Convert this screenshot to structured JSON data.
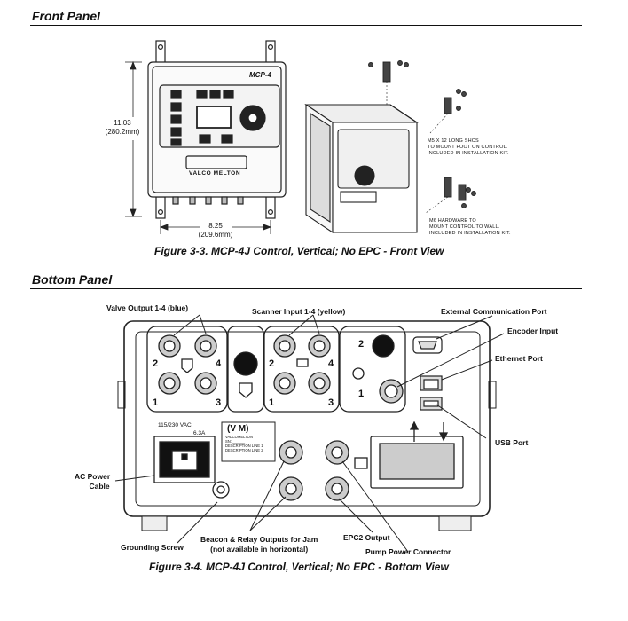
{
  "front": {
    "heading": "Front Panel",
    "caption": "Figure 3-3. MCP-4J Control, Vertical; No EPC - Front View",
    "height_dim": [
      "11.03",
      "(280.2mm)"
    ],
    "width_dim": [
      "8.25",
      "(209.6mm)"
    ],
    "logo": "MCP-4",
    "brand": "VALCO MELTON",
    "note_top": [
      "M5 X 12 LONG SHCS",
      "TO MOUNT FOOT ON CONTROL.",
      "INCLUDED IN INSTALLATION KIT."
    ],
    "note_bottom": [
      "M6 HARDWARE TO",
      "MOUNT CONTROL TO WALL.",
      "INCLUDED IN INSTALLATION KIT."
    ]
  },
  "bottom": {
    "heading": "Bottom Panel",
    "caption": "Figure 3-4. MCP-4J Control, Vertical; No EPC - Bottom View",
    "labels": {
      "valve_output": "Valve Output 1-4 (blue)",
      "scanner_input": "Scanner Input 1-4 (yellow)",
      "ext_comm": "External Communication Port",
      "encoder": "Encoder Input",
      "ethernet": "Ethernet Port",
      "usb": "USB Port",
      "ac_power_1": "AC Power",
      "ac_power_2": "Cable",
      "grounding": "Grounding Screw",
      "beacon_1": "Beacon & Relay Outputs for Jam",
      "beacon_2": "(not available in horizontal)",
      "epc2": "EPC2 Output",
      "pump": "Pump Power Connector"
    },
    "port_numbers": {
      "n2": "2",
      "n4": "4",
      "n1": "1",
      "n3": "3"
    },
    "voltage": "115/230 VAC",
    "fuse": "6.3A",
    "vm_logo": "(V M)",
    "plate_lines": [
      "VALCOMELTON",
      "SN: ______",
      "DESCRIPTION LINE 1",
      "DESCRIPTION LINE 2"
    ]
  }
}
